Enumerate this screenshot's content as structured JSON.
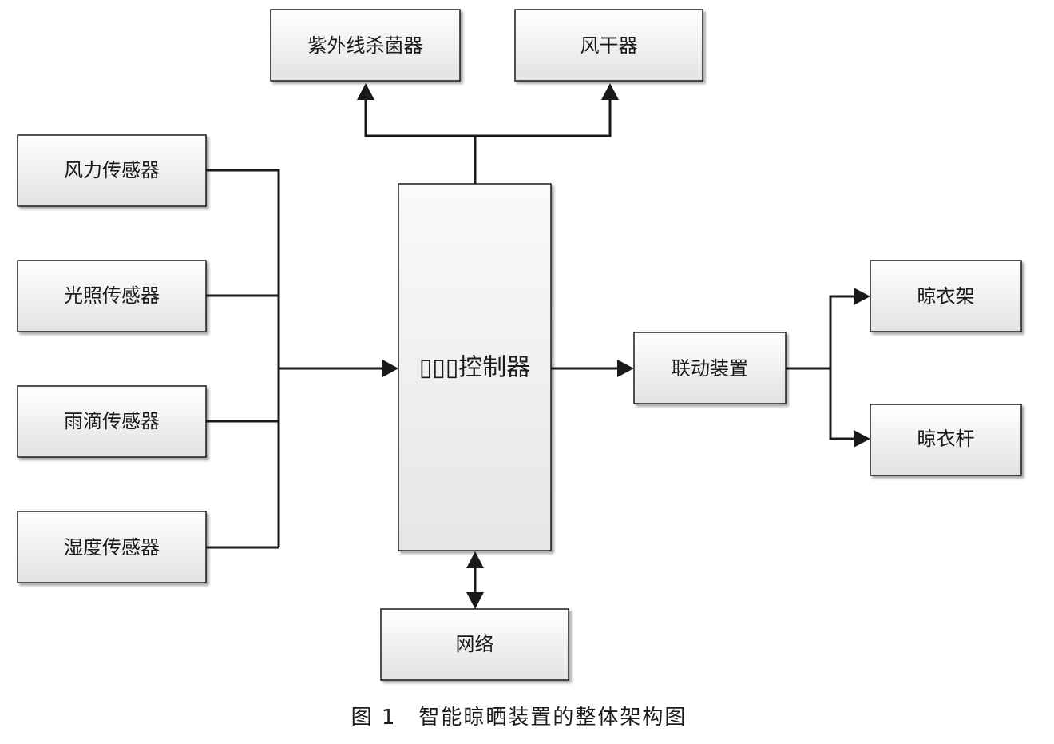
{
  "diagram": {
    "boxes": {
      "uv_sterilizer": "紫外线杀菌器",
      "air_dryer": "风干器",
      "wind_sensor": "风力传感器",
      "light_sensor": "光照传感器",
      "rain_sensor": "雨滴传感器",
      "humidity_sensor": "湿度传感器",
      "controller": "▯▯▯控制器",
      "linkage": "联动装置",
      "drying_rack": "晾衣架",
      "drying_pole": "晾衣杆",
      "network": "网络"
    },
    "caption": "图 1　智能晾晒装置的整体架构图"
  },
  "colors": {
    "box_fill_top": "#ffffff",
    "box_fill_bottom": "#e4e4e4",
    "stroke": "#1a1a1a"
  }
}
